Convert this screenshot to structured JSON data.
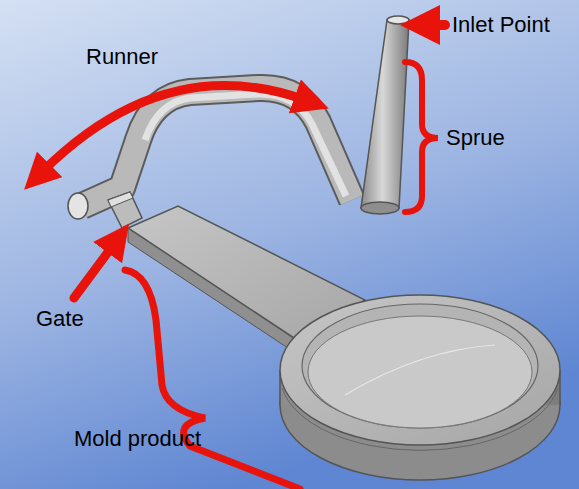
{
  "diagram": {
    "labels": [
      "Inlet Point",
      "Runner",
      "Sprue",
      "Gate",
      "Mold product"
    ]
  }
}
